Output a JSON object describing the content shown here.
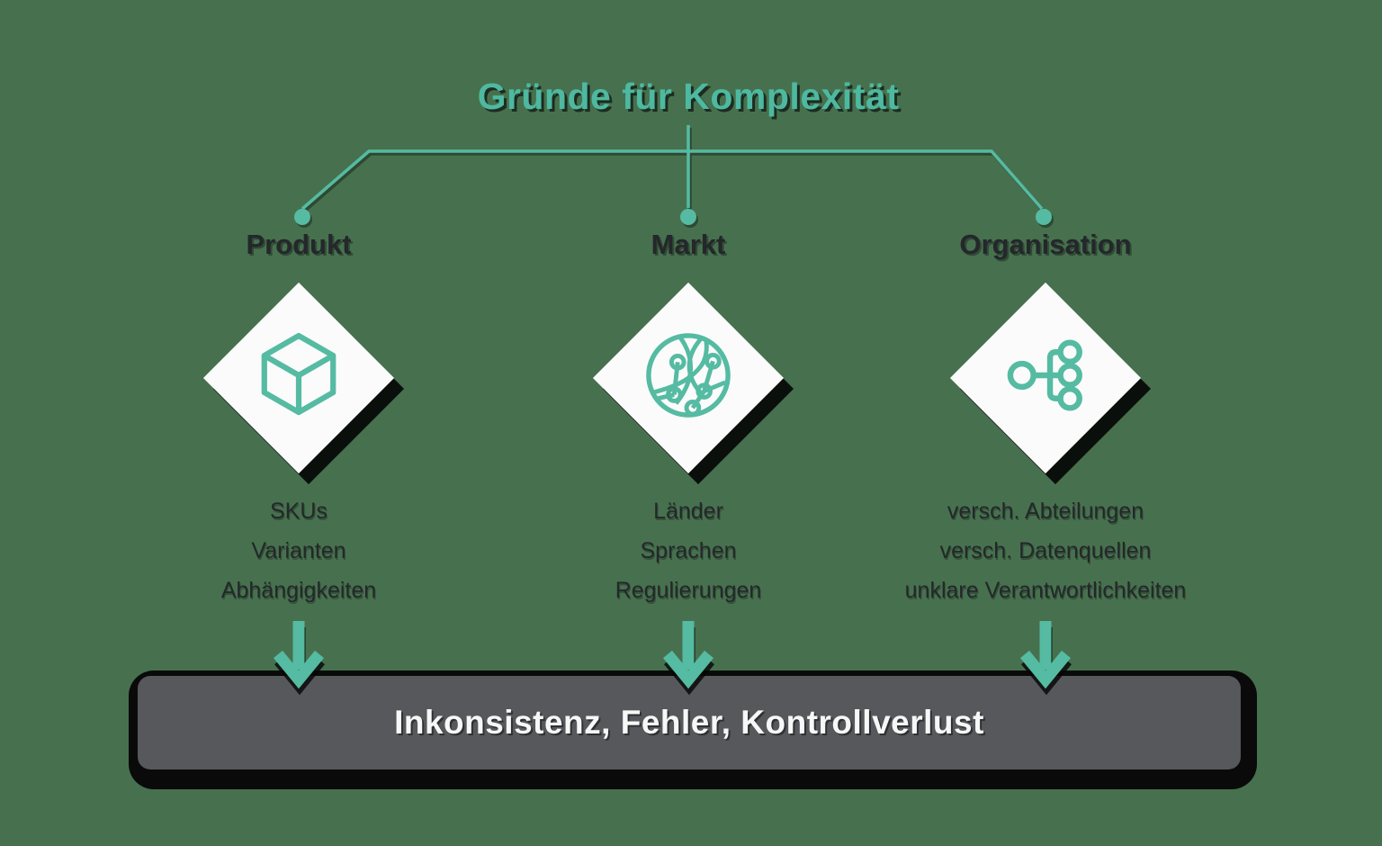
{
  "title": "Gründe für Komplexität",
  "colors": {
    "background": "#47714E",
    "teal": "#55BBA2",
    "teal_title": "#4DB9A1",
    "card": "#FBFBFB",
    "text_dark": "#24272B",
    "bar_bg": "#57585C",
    "bar_text": "#F7F7F7",
    "shadow": "#0A0A0A"
  },
  "columns": [
    {
      "label": "Produkt",
      "icon": "cube-icon",
      "items": [
        "SKUs",
        "Varianten",
        "Abhängigkeiten"
      ]
    },
    {
      "label": "Markt",
      "icon": "globe-network-icon",
      "items": [
        "Länder",
        "Sprachen",
        "Regulierungen"
      ]
    },
    {
      "label": "Organisation",
      "icon": "org-chart-icon",
      "items": [
        "versch. Abteilungen",
        "versch. Datenquellen",
        "unklare Verantwortlichkeiten"
      ]
    }
  ],
  "result": {
    "text": "Inkonsistenz, Fehler, Kontrollverlust"
  }
}
